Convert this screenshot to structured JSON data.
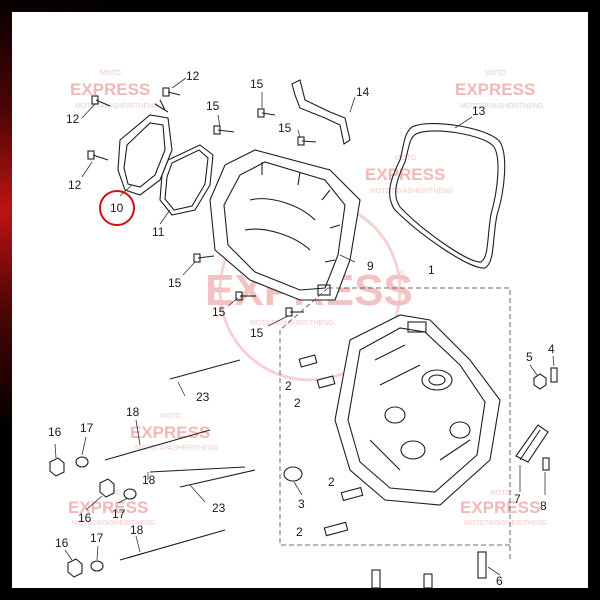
{
  "watermark": {
    "moto": "MOTO",
    "brand_small": "EXPRESS",
    "brand_large": "EXPRESS",
    "registered": "®",
    "tagline": "MOTOTAYASHERITHENG"
  },
  "labels": [
    {
      "id": "l12a",
      "text": "12"
    },
    {
      "id": "l12b",
      "text": "12"
    },
    {
      "id": "l12c",
      "text": "12"
    },
    {
      "id": "l10",
      "text": "10"
    },
    {
      "id": "l11",
      "text": "11"
    },
    {
      "id": "l15a",
      "text": "15"
    },
    {
      "id": "l15b",
      "text": "15"
    },
    {
      "id": "l15c",
      "text": "15"
    },
    {
      "id": "l15d",
      "text": "15"
    },
    {
      "id": "l15e",
      "text": "15"
    },
    {
      "id": "l15f",
      "text": "15"
    },
    {
      "id": "l14",
      "text": "14"
    },
    {
      "id": "l13",
      "text": "13"
    },
    {
      "id": "l9",
      "text": "9"
    },
    {
      "id": "l1",
      "text": "1"
    },
    {
      "id": "l23a",
      "text": "23"
    },
    {
      "id": "l23b",
      "text": "23"
    },
    {
      "id": "l2a",
      "text": "2"
    },
    {
      "id": "l2b",
      "text": "2"
    },
    {
      "id": "l2c",
      "text": "2"
    },
    {
      "id": "l2d",
      "text": "2"
    },
    {
      "id": "l5",
      "text": "5"
    },
    {
      "id": "l4",
      "text": "4"
    },
    {
      "id": "l18a",
      "text": "18"
    },
    {
      "id": "l18b",
      "text": "18"
    },
    {
      "id": "l18c",
      "text": "18"
    },
    {
      "id": "l17a",
      "text": "17"
    },
    {
      "id": "l17b",
      "text": "17"
    },
    {
      "id": "l17c",
      "text": "17"
    },
    {
      "id": "l16a",
      "text": "16"
    },
    {
      "id": "l16b",
      "text": "16"
    },
    {
      "id": "l16c",
      "text": "16"
    },
    {
      "id": "l3",
      "text": "3"
    },
    {
      "id": "l7",
      "text": "7"
    },
    {
      "id": "l8",
      "text": "8"
    },
    {
      "id": "l6",
      "text": "6"
    }
  ],
  "highlight": {
    "part": "10",
    "color": "#d01010"
  },
  "colors": {
    "frame": "#000000",
    "glow": "#c81414",
    "panel": "#ffffff",
    "ink": "#1e1e1e",
    "watermark": "#f2b8b8"
  }
}
